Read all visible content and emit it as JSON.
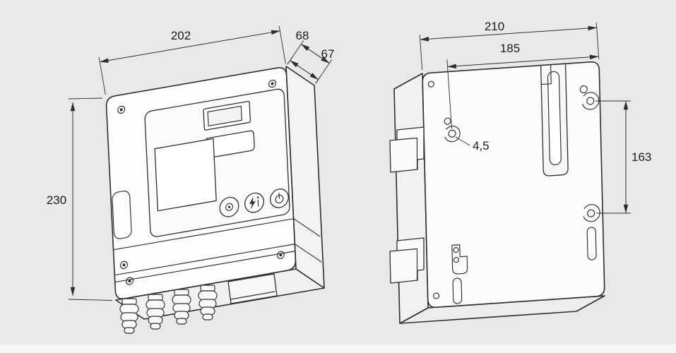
{
  "colors": {
    "background": "#e9e9e9",
    "line": "#2e2e2e",
    "face": "#fcfcfc",
    "side_face": "#f3f3f3"
  },
  "isometric_view": {
    "dim_width": "202",
    "dim_depth_rear": "68",
    "dim_depth_front": "67",
    "dim_height": "230"
  },
  "rear_view": {
    "dim_width": "210",
    "dim_hole_to_edge": "185",
    "dim_hole_spacing": "163",
    "dim_hole_diameter": "4,5"
  }
}
